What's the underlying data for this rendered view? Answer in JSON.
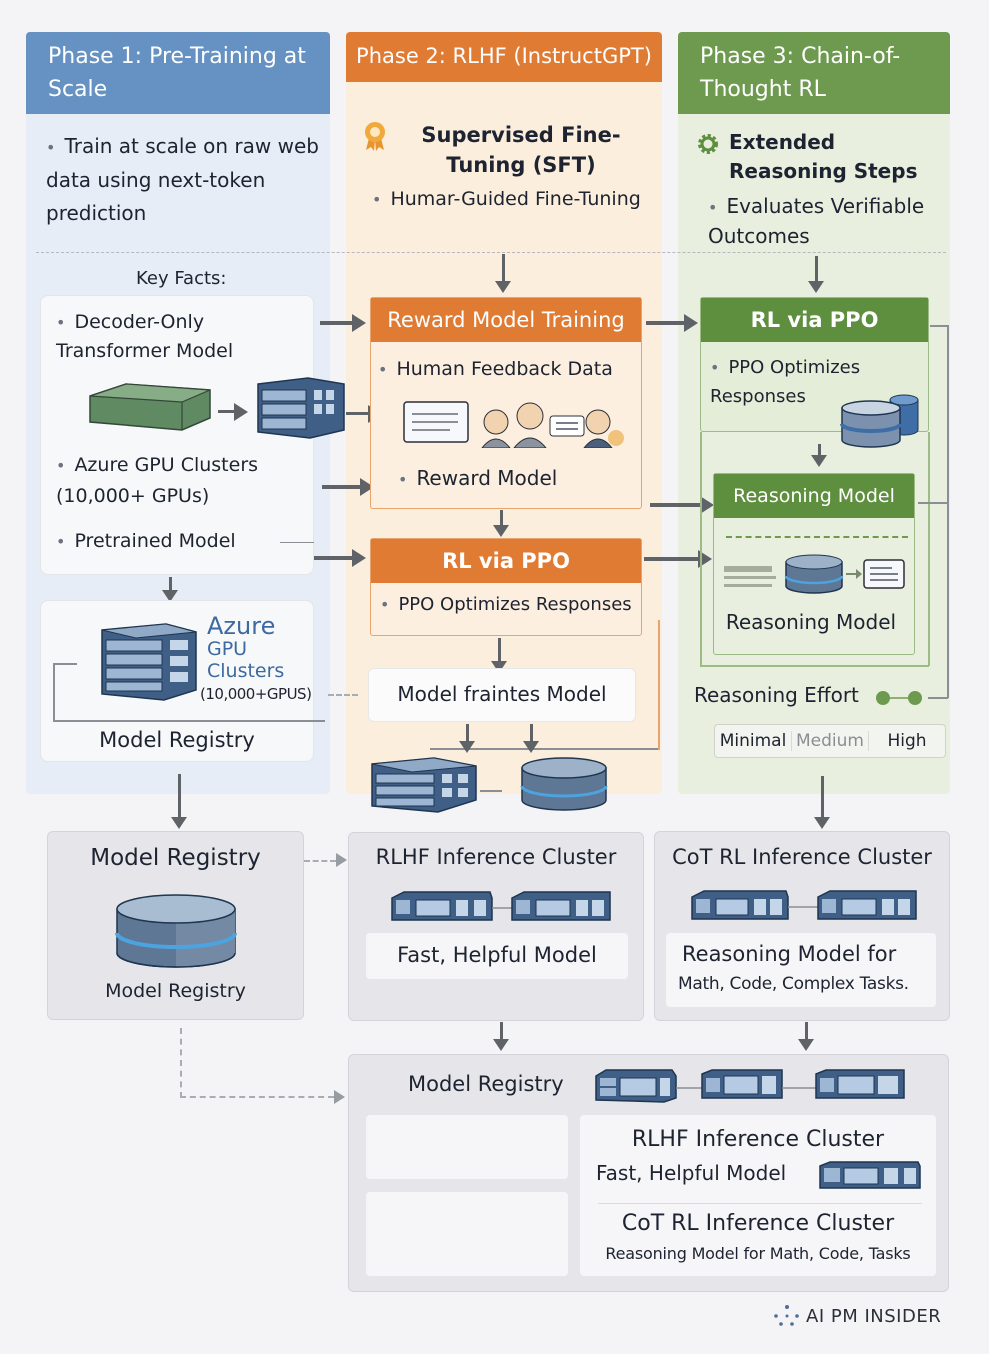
{
  "phases": [
    {
      "title": "Phase 1: Pre-Training at Scale",
      "color": "#6592c2",
      "summary": "Train at scale on raw web data using next-token prediction",
      "key_facts_label": "Key Facts:",
      "facts": [
        "Decoder-Only Transformer Model",
        "Azure GPU Clusters (10,000+ GPUs)",
        "Pretrained Model"
      ],
      "cluster_card": {
        "title": "Azure",
        "subtitle1": "GPU",
        "subtitle2": "Clusters",
        "count": "(10,000+GPUS)",
        "footer": "Model Registry"
      }
    },
    {
      "title": "Phase 2: RLHF (InstructGPT)",
      "color": "#e07b34",
      "sft_title": "Supervised Fine-Tuning (SFT)",
      "sft_bullet": "Humar-Guided Fine-Tuning",
      "reward_box": {
        "title": "Reward Model Training",
        "bullet1": "Human Feedback Data",
        "bullet2": "Reward Model"
      },
      "ppo_box": {
        "title": "RL via PPO",
        "bullet": "PPO Optimizes Responses"
      },
      "output_label": "Model fraintes Model"
    },
    {
      "title": "Phase 3: Chain-of-Thought RL",
      "color": "#6e9a4f",
      "intro_title": "Extended Reasoning Steps",
      "intro_bullet": "Evaluates Verifiable Outcomes",
      "ppo_box": {
        "title": "RL via PPO",
        "bullet": "PPO Optimizes Responses"
      },
      "reasoning_box": {
        "title": "Reasoning Model",
        "label": "Reasoning Model"
      },
      "effort": {
        "label": "Reasoning Effort",
        "options": [
          "Minimal",
          "Medium",
          "High"
        ],
        "dimmed_option": "Medium"
      }
    }
  ],
  "deployment": {
    "registry": {
      "title": "Model Registry",
      "label": "Model Registry"
    },
    "rlhf_cluster": {
      "title": "RLHF Inference Cluster",
      "label": "Fast, Helpful Model"
    },
    "cot_cluster": {
      "title": "CoT RL Inference Cluster",
      "label_line1": "Reasoning Model for",
      "label_line2": "Math, Code, Complex Tasks."
    }
  },
  "combined": {
    "title": "Model Registry",
    "rlhf_title": "RLHF Inference Cluster",
    "rlhf_label": "Fast, Helpful Model",
    "cot_title": "CoT RL Inference Cluster",
    "cot_label": "Reasoning Model for Math, Code, Tasks"
  },
  "brand": "AI PM INSIDER"
}
